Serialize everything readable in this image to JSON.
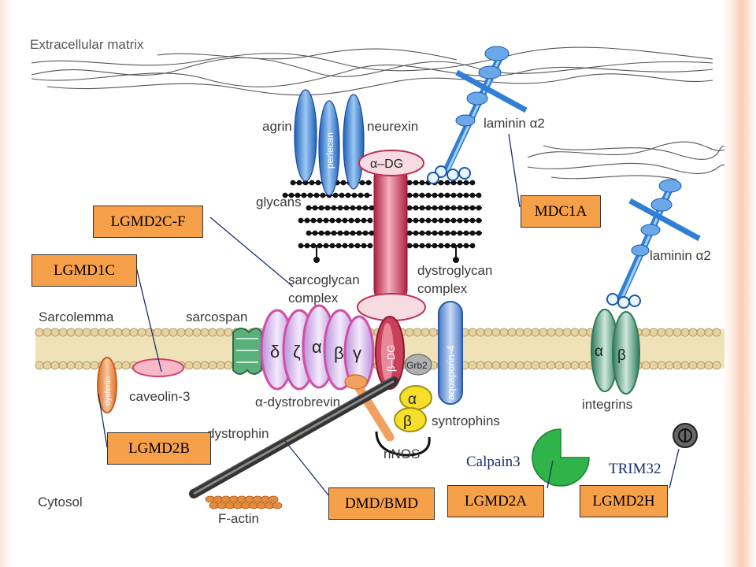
{
  "diagram": {
    "labels": {
      "extracellular": "Extracellular matrix",
      "agrin": "agrin",
      "perlecan": "perlecan",
      "neurexin": "neurexin",
      "laminin_top": "laminin α2",
      "laminin_right": "laminin α2",
      "alpha_dg": "α–DG",
      "glycans": "glycans",
      "sarcoglycan": [
        "sarcoglycan",
        "complex"
      ],
      "dystroglycan": [
        "dystroglycan",
        "complex"
      ],
      "sarcolemma": "Sarcolemma",
      "sarcospan": "sarcospan",
      "sg_delta": "δ",
      "sg_zeta": "ζ",
      "sg_alpha": "α",
      "sg_beta": "β",
      "sg_gamma": "γ",
      "beta_dg": "β–DG",
      "grb2": "Grb2",
      "aquaporin": "aquaporin-4",
      "dysferlin": "dysferlin",
      "caveolin": "caveolin-3",
      "dystrobrevin": "α-dystrobrevin",
      "syn_alpha": "α",
      "syn_beta": "β",
      "syntrophins": "syntrophins",
      "dystrophin": "dystrophin",
      "nnos": "nNOS",
      "cytosol": "Cytosol",
      "factin": "F-actin",
      "integrin_alpha": "α",
      "integrin_beta": "β",
      "integrins": "integrins"
    },
    "disease_boxes": {
      "lgmd2cf": "LGMD2C-F",
      "mdc1a": "MDC1A",
      "lgmd1c": "LGMD1C",
      "lgmd2b": "LGMD2B",
      "dmd_bmd": "DMD/BMD",
      "lgmd2a": "LGMD2A",
      "lgmd2h": "LGMD2H"
    },
    "proteins": {
      "calpain3": "Calpain3",
      "trim32": "TRIM32"
    },
    "colors": {
      "box_fill": "#f7a04a",
      "membrane": "#e8d3a0",
      "sarcoglycan": "#d24fa6",
      "alpha_dg": "#c8405a",
      "laminin": "#2f7fd6",
      "integrin": "#3a9a8a",
      "calpain": "#2fb44a",
      "trim32": "#555555"
    }
  }
}
